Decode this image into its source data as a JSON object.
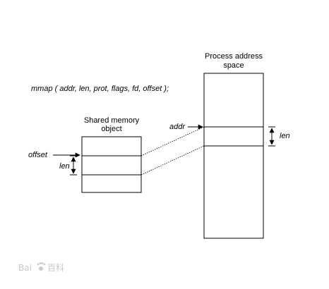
{
  "diagram": {
    "signature": "mmap ( addr, len, prot, flags, fd, offset );",
    "shared_object": {
      "title_line1": "Shared memory",
      "title_line2": "object",
      "offset_label": "offset",
      "len_label": "len"
    },
    "process_space": {
      "title_line1": "Process address",
      "title_line2": "space",
      "addr_label": "addr",
      "len_label": "len"
    },
    "watermark": {
      "text1": "Bai",
      "text2": "百科"
    },
    "colors": {
      "line": "#000000",
      "watermark": "#c8c8c8"
    }
  }
}
